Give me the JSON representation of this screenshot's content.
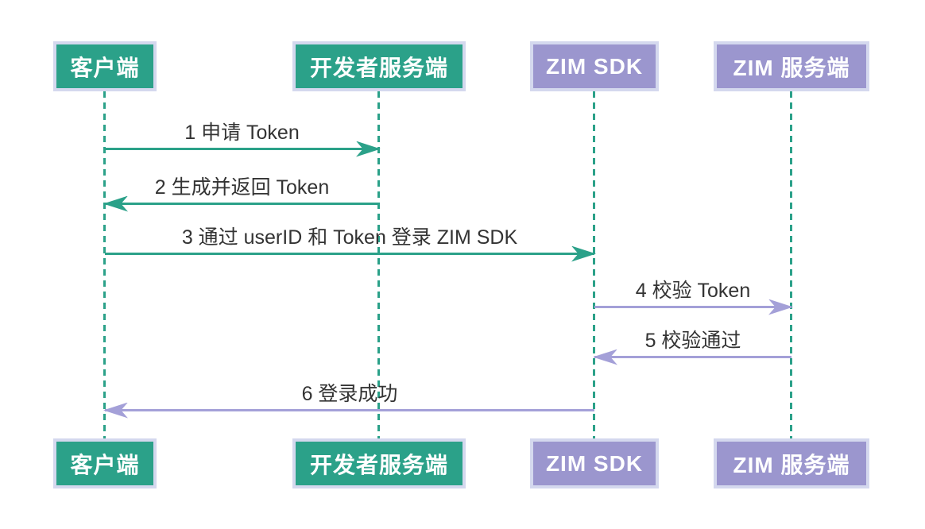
{
  "diagram_type": "sequence-diagram",
  "actors": [
    {
      "id": "client",
      "label": "客户端",
      "color": "#2ba189"
    },
    {
      "id": "developer-server",
      "label": "开发者服务端",
      "color": "#2ba189"
    },
    {
      "id": "zim-sdk",
      "label": "ZIM SDK",
      "color": "#9b96ce"
    },
    {
      "id": "zim-server",
      "label": "ZIM 服务端",
      "color": "#9b96ce"
    }
  ],
  "messages": [
    {
      "seq": 1,
      "label": "1 申请 Token",
      "from": "client",
      "to": "developer-server",
      "direction": "right",
      "color": "#2ba189"
    },
    {
      "seq": 2,
      "label": "2 生成并返回 Token",
      "from": "developer-server",
      "to": "client",
      "direction": "left",
      "color": "#2ba189"
    },
    {
      "seq": 3,
      "label": "3 通过 userID 和 Token 登录 ZIM SDK",
      "from": "client",
      "to": "zim-sdk",
      "direction": "right",
      "color": "#2ba189"
    },
    {
      "seq": 4,
      "label": "4 校验 Token",
      "from": "zim-sdk",
      "to": "zim-server",
      "direction": "right",
      "color": "#a4a0d8"
    },
    {
      "seq": 5,
      "label": "5 校验通过",
      "from": "zim-server",
      "to": "zim-sdk",
      "direction": "left",
      "color": "#a4a0d8"
    },
    {
      "seq": 6,
      "label": "6 登录成功",
      "from": "zim-sdk",
      "to": "client",
      "direction": "left",
      "color": "#a4a0d8"
    }
  ],
  "colors": {
    "teal": "#2ba189",
    "purple_box": "#9b96ce",
    "purple_arrow": "#a4a0d8",
    "box_border": "#d4d8ee",
    "lifeline": "#2ba189",
    "message_text": "#333333",
    "background": "#ffffff"
  }
}
